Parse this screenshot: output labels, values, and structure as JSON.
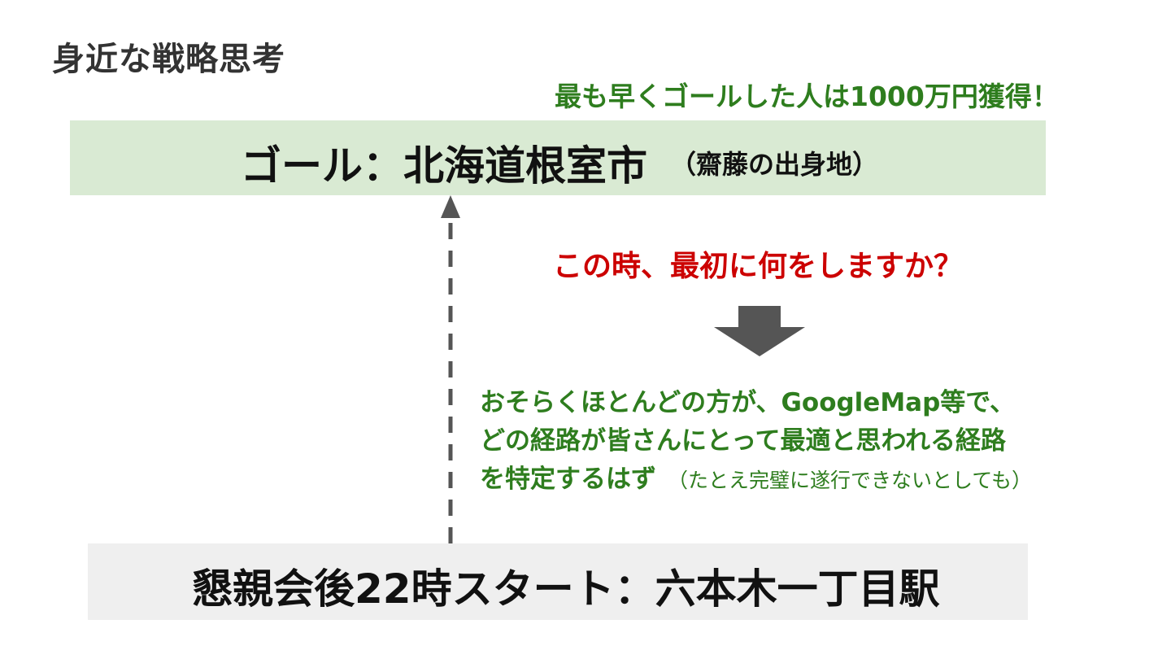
{
  "slide": {
    "title": "身近な戦略思考",
    "prize_note": "最も早くゴールした人は1000万円獲得！",
    "goal": {
      "main": "ゴール：北海道根室市",
      "sub": "（齋藤の出身地）"
    },
    "question": "この時、最初に何をしますか？",
    "answer": {
      "line1": "おそらくほとんどの方が、GoogleMap等で、",
      "line2": "どの経路が皆さんにとって最適と思われる経路",
      "line3": "を特定するはず",
      "line3_aside": "（たとえ完璧に遂行できないとしても）"
    },
    "start": {
      "label": "懇親会後22時スタート：六本木一丁目駅"
    }
  },
  "colors": {
    "goal_box": "#d9ead3",
    "start_box": "#efefef",
    "green_text": "#2e7d1e",
    "red_text": "#cc0000",
    "arrow": "#555555",
    "title_text": "#333333"
  },
  "icons": {
    "connector": "dashed-up-arrow-icon",
    "down_arrow": "down-arrow-icon"
  }
}
